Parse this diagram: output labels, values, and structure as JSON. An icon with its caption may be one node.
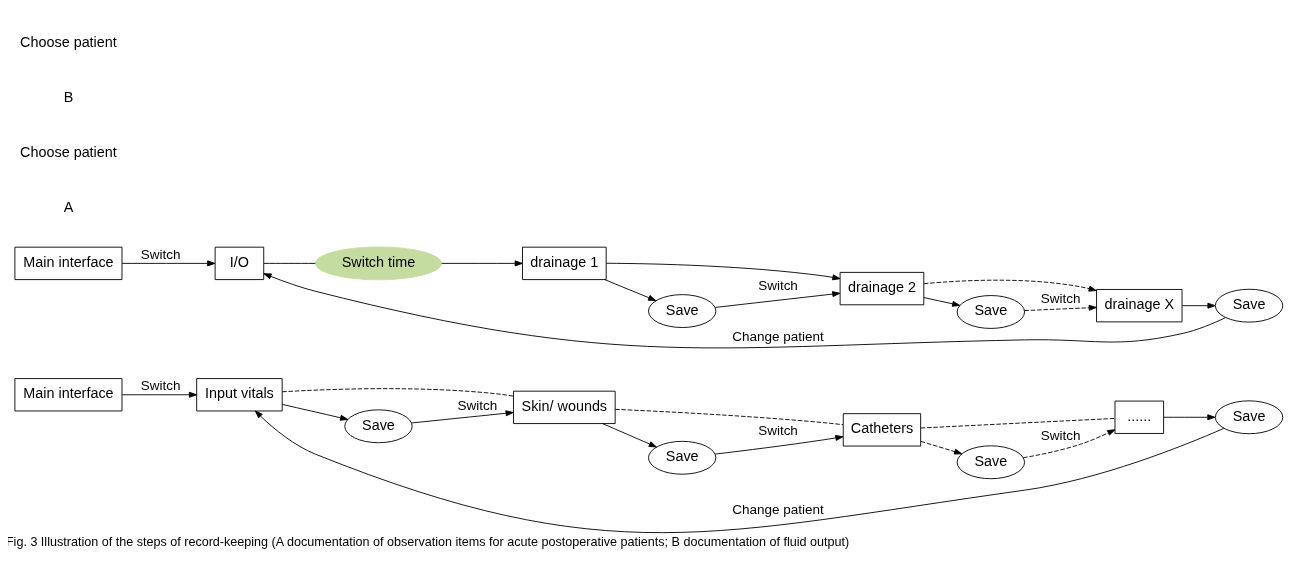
{
  "diagram": {
    "caption": "Fig. 3 Illustration of the steps of record-keeping (A documentation of observation items for acute postoperative patients; B documentation of fluid output)",
    "nodes": [
      {
        "text": [
          "Main interface"
        ]
      },
      {
        "text": [
          "Input vitals"
        ]
      },
      {
        "text": [
          "Skin/ wounds"
        ]
      },
      {
        "text": [
          "Catheters"
        ]
      },
      {
        "text": [
          "......"
        ]
      },
      {
        "text": [
          "Save"
        ]
      },
      {
        "text": [
          "Save"
        ]
      },
      {
        "text": [
          "Save"
        ]
      },
      {
        "text": [
          "Save"
        ]
      },
      {
        "text": [
          "Main interface"
        ]
      },
      {
        "text": [
          "I/O"
        ]
      },
      {
        "text": [
          "Switch time"
        ]
      },
      {
        "text": [
          "drainage 1"
        ]
      },
      {
        "text": [
          "drainage 2"
        ]
      },
      {
        "text": [
          "drainage X"
        ]
      },
      {
        "text": [
          "Save"
        ]
      },
      {
        "text": [
          "Save"
        ]
      },
      {
        "text": [
          "Save"
        ]
      }
    ],
    "edges": [
      {
        "from": 0,
        "to": 1,
        "arrow": "to",
        "label": "Switch"
      },
      {
        "from": 1,
        "to": 2,
        "arrow": "none",
        "style": "dashed"
      },
      {
        "from": 2,
        "to": 3,
        "arrow": "none",
        "style": "dashed"
      },
      {
        "from": 3,
        "to": 4,
        "arrow": "none",
        "style": "dashed"
      },
      {
        "from": 1,
        "to": 5,
        "arrow": "to"
      },
      {
        "from": 5,
        "to": 2,
        "arrow": "to",
        "label": "Switch"
      },
      {
        "from": 2,
        "to": 6,
        "arrow": "to"
      },
      {
        "from": 6,
        "to": 3,
        "arrow": "to",
        "label": "Switch"
      },
      {
        "from": 3,
        "to": 7,
        "arrow": "to",
        "style": "dashed"
      },
      {
        "from": 7,
        "to": 4,
        "arrow": "to",
        "style": "dashed",
        "label": "Switch"
      },
      {
        "from": 4,
        "to": 8,
        "arrow": "to"
      },
      {
        "from": 8,
        "to": 1,
        "arrow": "to",
        "label": "Change patient"
      },
      {
        "from": 9,
        "to": 10,
        "arrow": "to",
        "label": "Switch"
      },
      {
        "from": 10,
        "to": 11,
        "arrow": "none"
      },
      {
        "from": 11,
        "to": 12,
        "arrow": "to"
      },
      {
        "from": 12,
        "to": 13,
        "arrow": "to"
      },
      {
        "from": 13,
        "to": 14,
        "arrow": "to",
        "style": "dashed"
      },
      {
        "from": 14,
        "to": 15,
        "arrow": "to"
      },
      {
        "from": 15,
        "to": 10,
        "arrow": "to",
        "label": "Change patient"
      },
      {
        "from": 12,
        "to": 16,
        "arrow": "to"
      },
      {
        "from": 16,
        "to": 13,
        "arrow": "to",
        "label": "Switch"
      },
      {
        "from": 13,
        "to": 17,
        "arrow": "to"
      },
      {
        "from": 17,
        "to": 14,
        "arrow": "to",
        "style": "dashed",
        "label": "Switch"
      }
    ],
    "labels": [
      "A",
      "Choose patient",
      "B",
      "Choose patient"
    ]
  }
}
